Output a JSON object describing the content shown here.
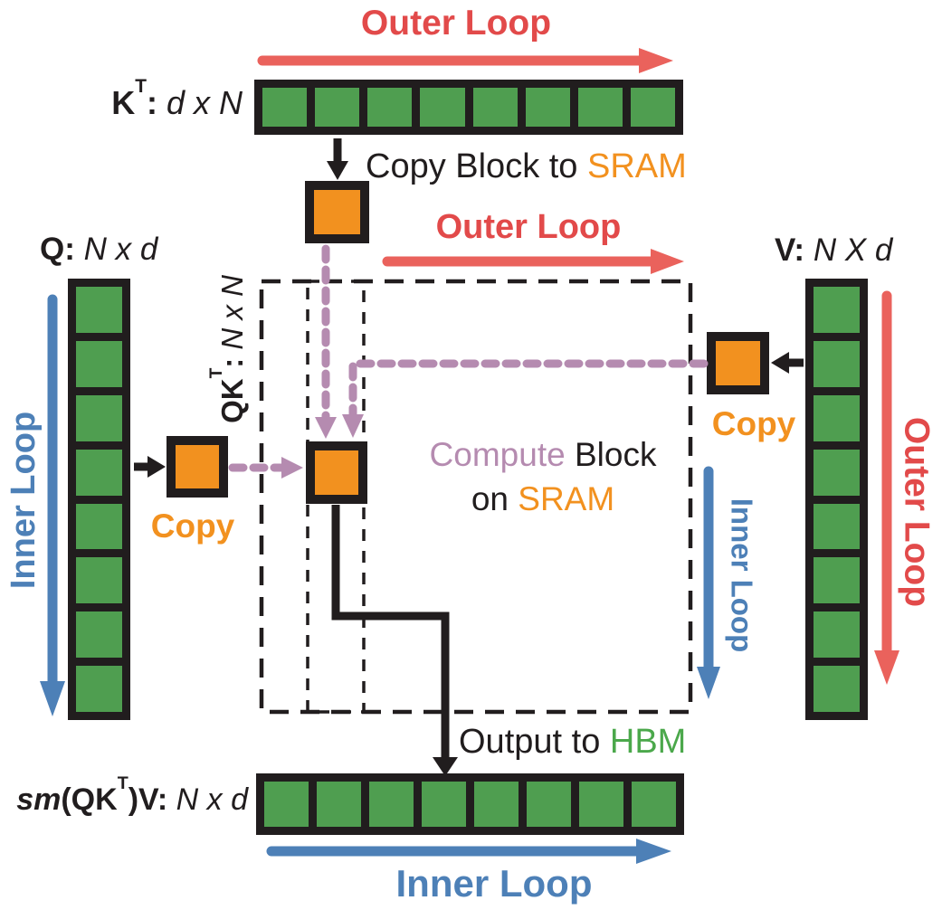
{
  "colors": {
    "green": "#4f9e50",
    "hbm_green": "#4ba84b",
    "orange": "#f2911f",
    "red": "#ea625c",
    "red_text": "#e24a4a",
    "blue": "#4d80b7",
    "purple": "#b58bb0",
    "black": "#211d1e"
  },
  "loop_labels": {
    "top_outer": "Outer Loop",
    "middle_outer": "Outer Loop",
    "right_outer": "Outer Loop",
    "left_inner": "Inner Loop",
    "center_inner": "Inner Loop",
    "bottom_inner": "Inner Loop"
  },
  "matrix_labels": {
    "kt": {
      "name": "K",
      "sup": "T",
      "colon": ": ",
      "dims": "d x N"
    },
    "q": {
      "name": "Q",
      "colon": ": ",
      "dims": "N x d"
    },
    "v": {
      "name": "V",
      "colon": ": ",
      "dims": "N X d"
    },
    "qkt": {
      "name": "QK",
      "sup": "T",
      "colon": ": ",
      "dims": "N x N"
    },
    "output": {
      "sm": "sm",
      "open": "(QK",
      "sup": "T",
      "close": ")V: ",
      "dims": "N x d"
    }
  },
  "matrices": {
    "kt": {
      "cells": 8
    },
    "q": {
      "cells": 8
    },
    "v": {
      "cells": 8
    },
    "output": {
      "cells": 8
    }
  },
  "annotations": {
    "copy_to_sram": {
      "text": "Copy Block to ",
      "highlight": "SRAM"
    },
    "compute_line1": {
      "highlight": "Compute",
      "text": " Block"
    },
    "compute_line2": {
      "text": "on ",
      "highlight": "SRAM"
    },
    "output_to_hbm": {
      "text": "Output to ",
      "highlight": "HBM"
    },
    "copy_q": "Copy",
    "copy_v": "Copy"
  }
}
